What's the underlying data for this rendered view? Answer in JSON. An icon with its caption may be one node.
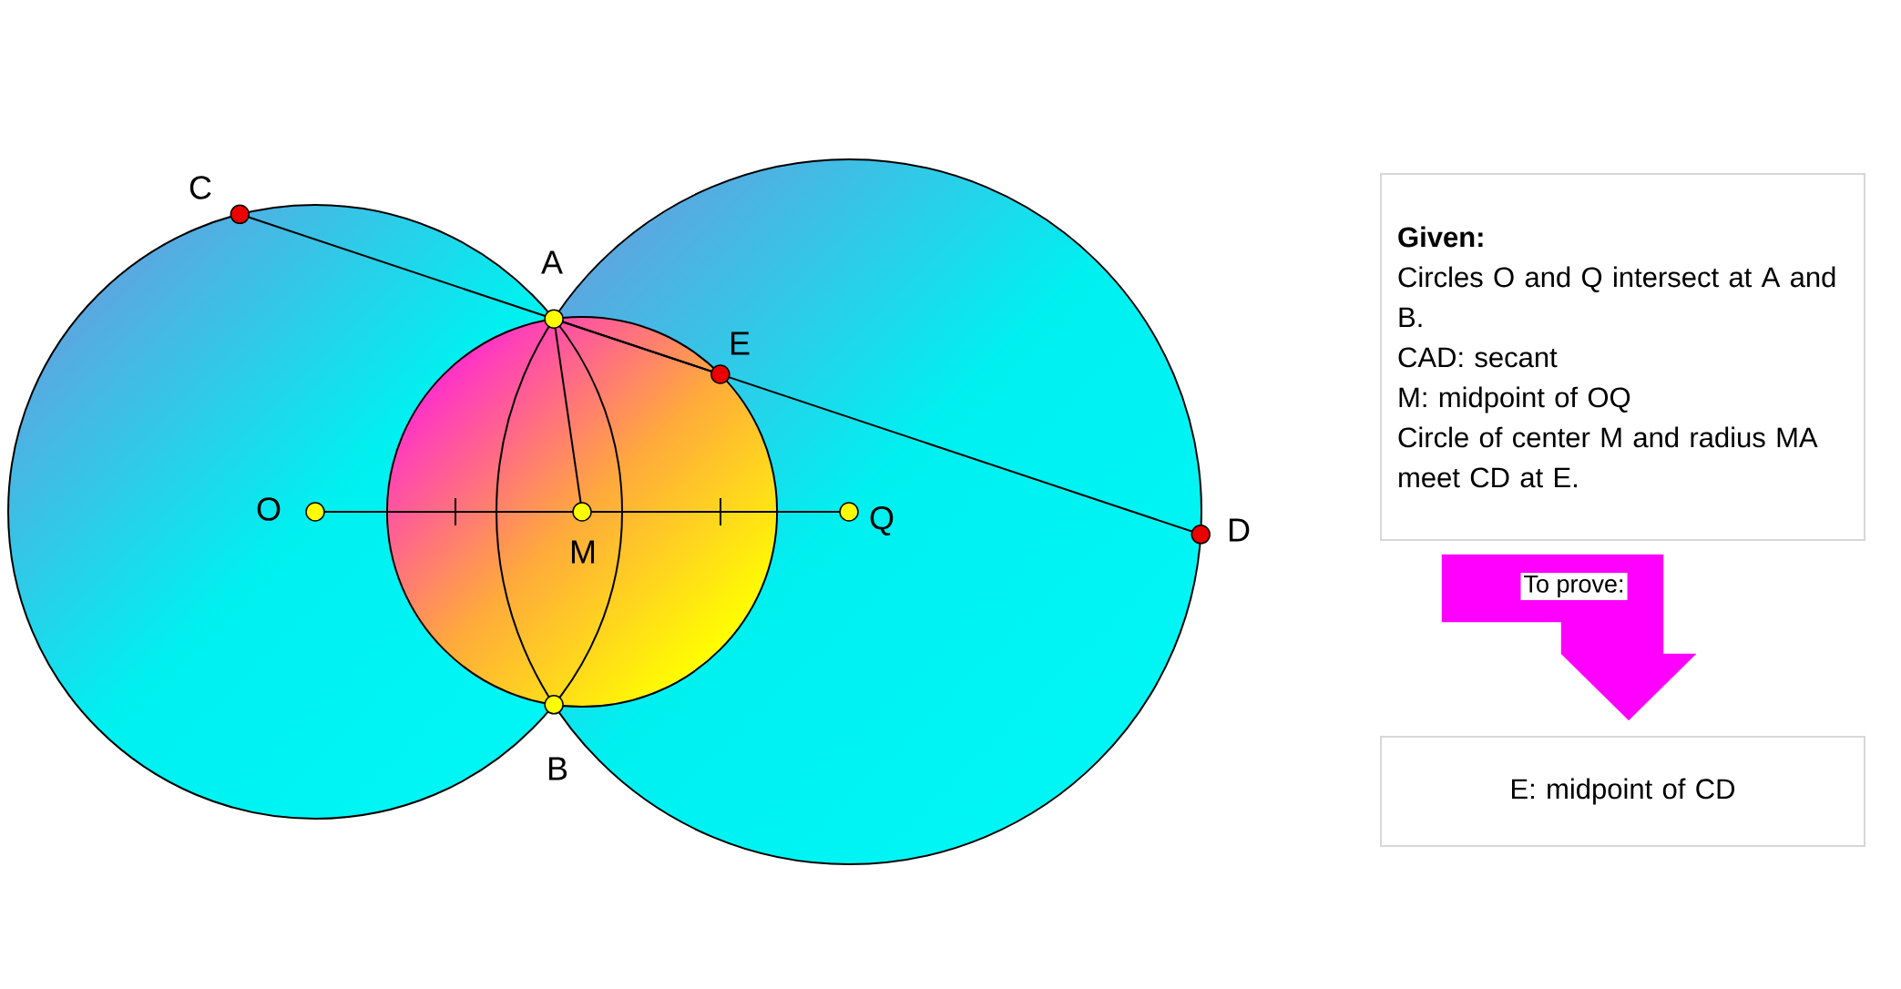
{
  "diagram": {
    "nodes": [
      {
        "text": [
          "Given:",
          "Circles O and Q intersect at A and B.",
          "CAD: secant",
          "M: midpoint of OQ",
          "Circle of center M and radius MA meet CD at E."
        ]
      },
      {
        "text": [
          "E: midpoint of CD"
        ]
      }
    ],
    "edges": [
      {
        "from": 0,
        "to": 1,
        "arrow": "to",
        "label": "To prove:",
        "color": "#ff00ff"
      }
    ],
    "labels": [
      "C",
      "A",
      "E",
      "O",
      "M",
      "Q",
      "D",
      "B"
    ]
  }
}
